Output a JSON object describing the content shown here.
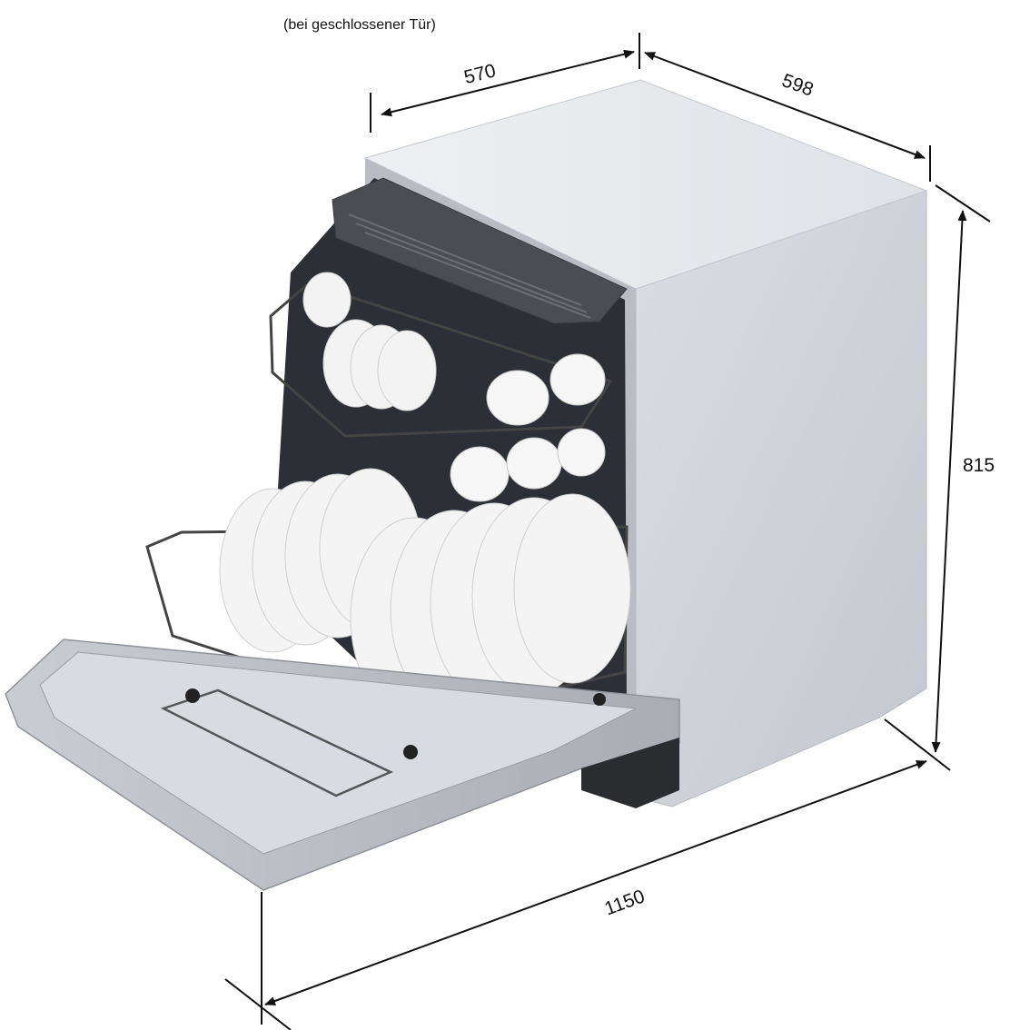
{
  "note": "(bei geschlossener Tür)",
  "dimensions": {
    "width_niche": "570",
    "depth": "598",
    "height": "815",
    "depth_door_open": "1150"
  },
  "colors": {
    "cabinet_top": "#e4e6ea",
    "cabinet_side": "#cdd0d6",
    "interior": "#2c2f35",
    "rack": "#4a4d52",
    "dish": "#f3f3f3",
    "door": "#bfc3c8",
    "line": "#111111"
  }
}
